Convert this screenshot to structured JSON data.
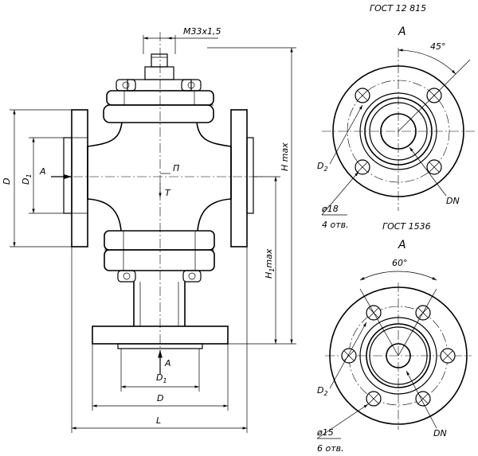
{
  "left_view": {
    "thread_label": "M33x1,5",
    "flow_in_label": "П",
    "flow_out_label": "Т",
    "view_arrow_label": "A",
    "view_arrow_bottom_label": "A",
    "dim_D_left": "D",
    "dim_D1_left": "D",
    "dim_D1_left_sub": "1",
    "dim_H_max": "H max",
    "dim_H1": "H",
    "dim_H1_sub": "1",
    "dim_H1_suffix": "max",
    "dim_D1_bottom": "D",
    "dim_D1_bottom_sub": "1",
    "dim_D_bottom": "D",
    "dim_L": "L"
  },
  "flange_top": {
    "standard": "ГОСТ 12 815",
    "view_label": "A",
    "angle_label": "45°",
    "d2_label": "D",
    "d2_sub": "2",
    "dn_label": "DN",
    "hole_dia_label": "ø18",
    "hole_count_label": "4 отв."
  },
  "flange_bottom": {
    "standard": "ГОСТ 1536",
    "view_label": "A",
    "angle_label": "60°",
    "d2_label": "D",
    "d2_sub": "2",
    "dn_label": "DN",
    "hole_dia_label": "ø15",
    "hole_count_label": "6 отв."
  }
}
